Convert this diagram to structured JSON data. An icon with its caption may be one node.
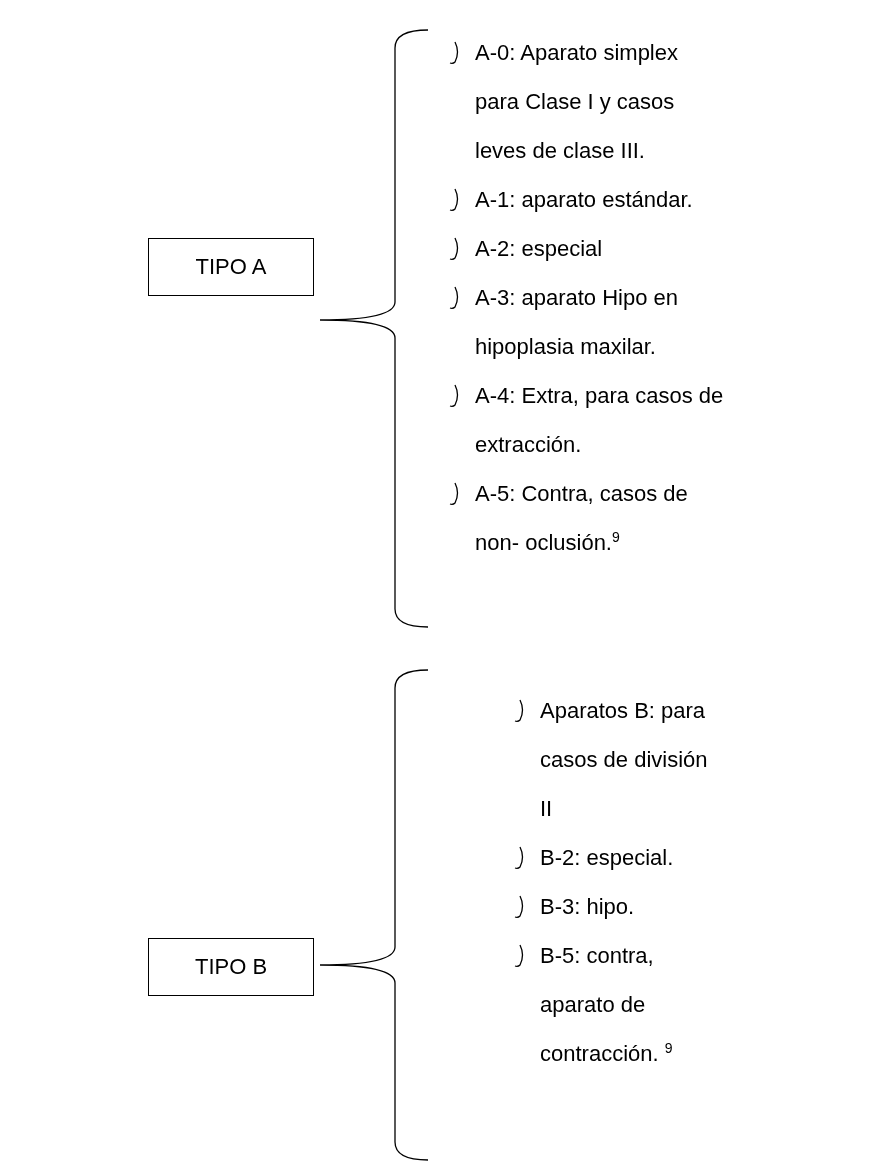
{
  "diagram": {
    "nodes": [
      {
        "text": [
          "TIPO A"
        ]
      },
      {
        "text": [
          "TIPO B"
        ]
      }
    ],
    "labels": [
      "A-0: Aparato simplex para Clase I y casos leves de clase III.",
      "A-1: aparato estándar.",
      "A-2: especial",
      "A-3: aparato Hipo en hipoplasia maxilar.",
      "A-4: Extra, para casos de extracción.",
      "A-5: Contra, casos de non- oclusión.$^{9}$",
      "Aparatos B: para casos de división II",
      "B-2: especial.",
      "B-3: hipo.",
      "B-5: contra, aparato de contracción. $^{9}$"
    ]
  }
}
